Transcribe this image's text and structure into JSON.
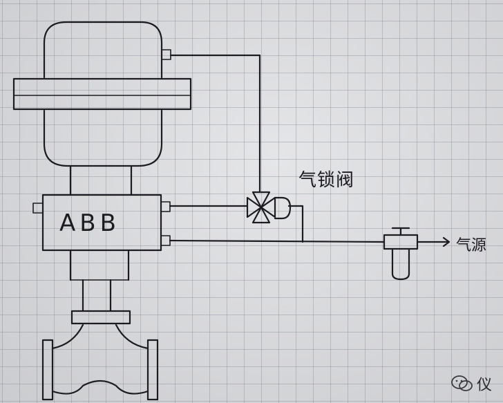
{
  "diagram": {
    "positioner_label": "ABB",
    "lock_valve_label": "气锁阀",
    "air_source_label": "气源"
  },
  "watermark": {
    "icon": "wechat-icon",
    "text": "仪"
  },
  "colors": {
    "paper": "#dcdde0",
    "grid": "#7d8290",
    "ink": "#1c1c20"
  }
}
